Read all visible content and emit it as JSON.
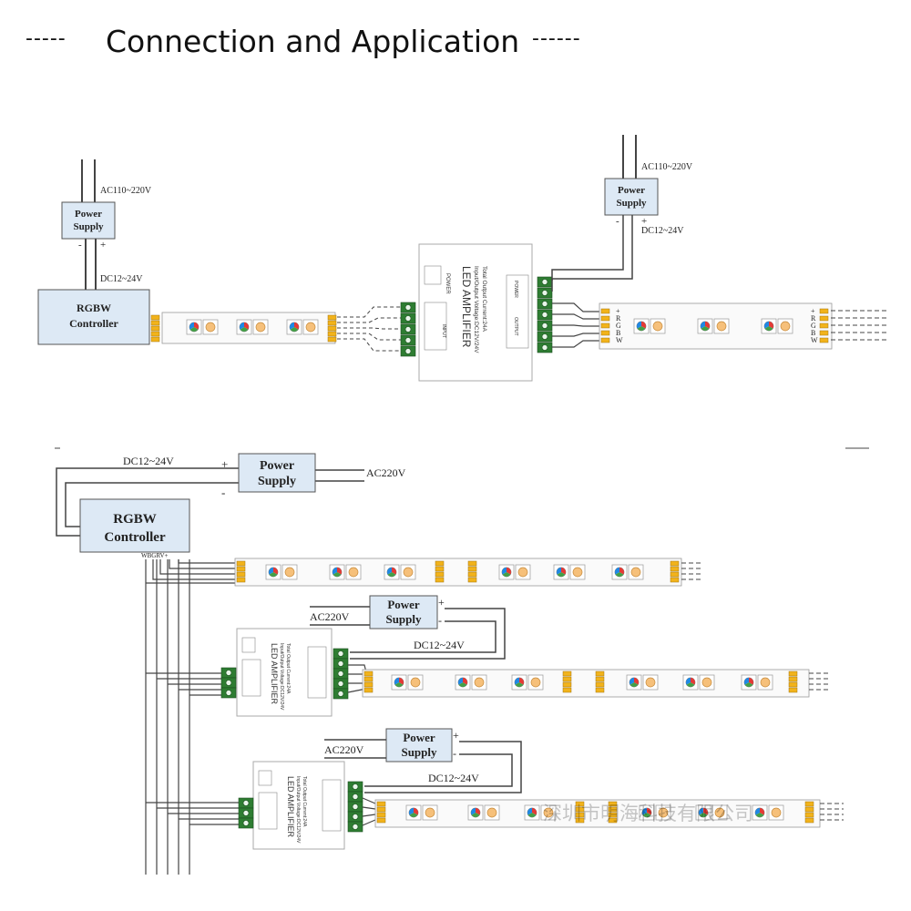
{
  "header": {
    "left_dashes": "-----",
    "title": "Connection and Application",
    "right_dashes": "------"
  },
  "labels": {
    "power_supply_line1": "Power",
    "power_supply_line2": "Supply",
    "controller_line1": "RGBW",
    "controller_line2": "Controller",
    "ac_110_220": "AC110~220V",
    "ac_220": "AC220V",
    "dc_12_24": "DC12~24V",
    "plus": "+",
    "minus": "-",
    "controller_pins": "WBGRV+",
    "amp_title": "LED AMPLIFIER",
    "amp_voltage": "Input/Output Voltage:DC12V/24V",
    "amp_current": "Total Output Current:24A",
    "amp_power": "POWER",
    "amp_input": "INPUT",
    "amp_output": "OUTPUT",
    "strip_pins": [
      "+",
      "R",
      "G",
      "B",
      "W"
    ],
    "watermark": "深圳市明海科技有限公司"
  },
  "colors": {
    "wire": "#444444",
    "box_fill": "#dde9f5",
    "box_stroke": "#555555",
    "terminal_green": "#2e7d32",
    "pin_yellow": "#f2b31b",
    "strip_fill": "#fafafa"
  }
}
